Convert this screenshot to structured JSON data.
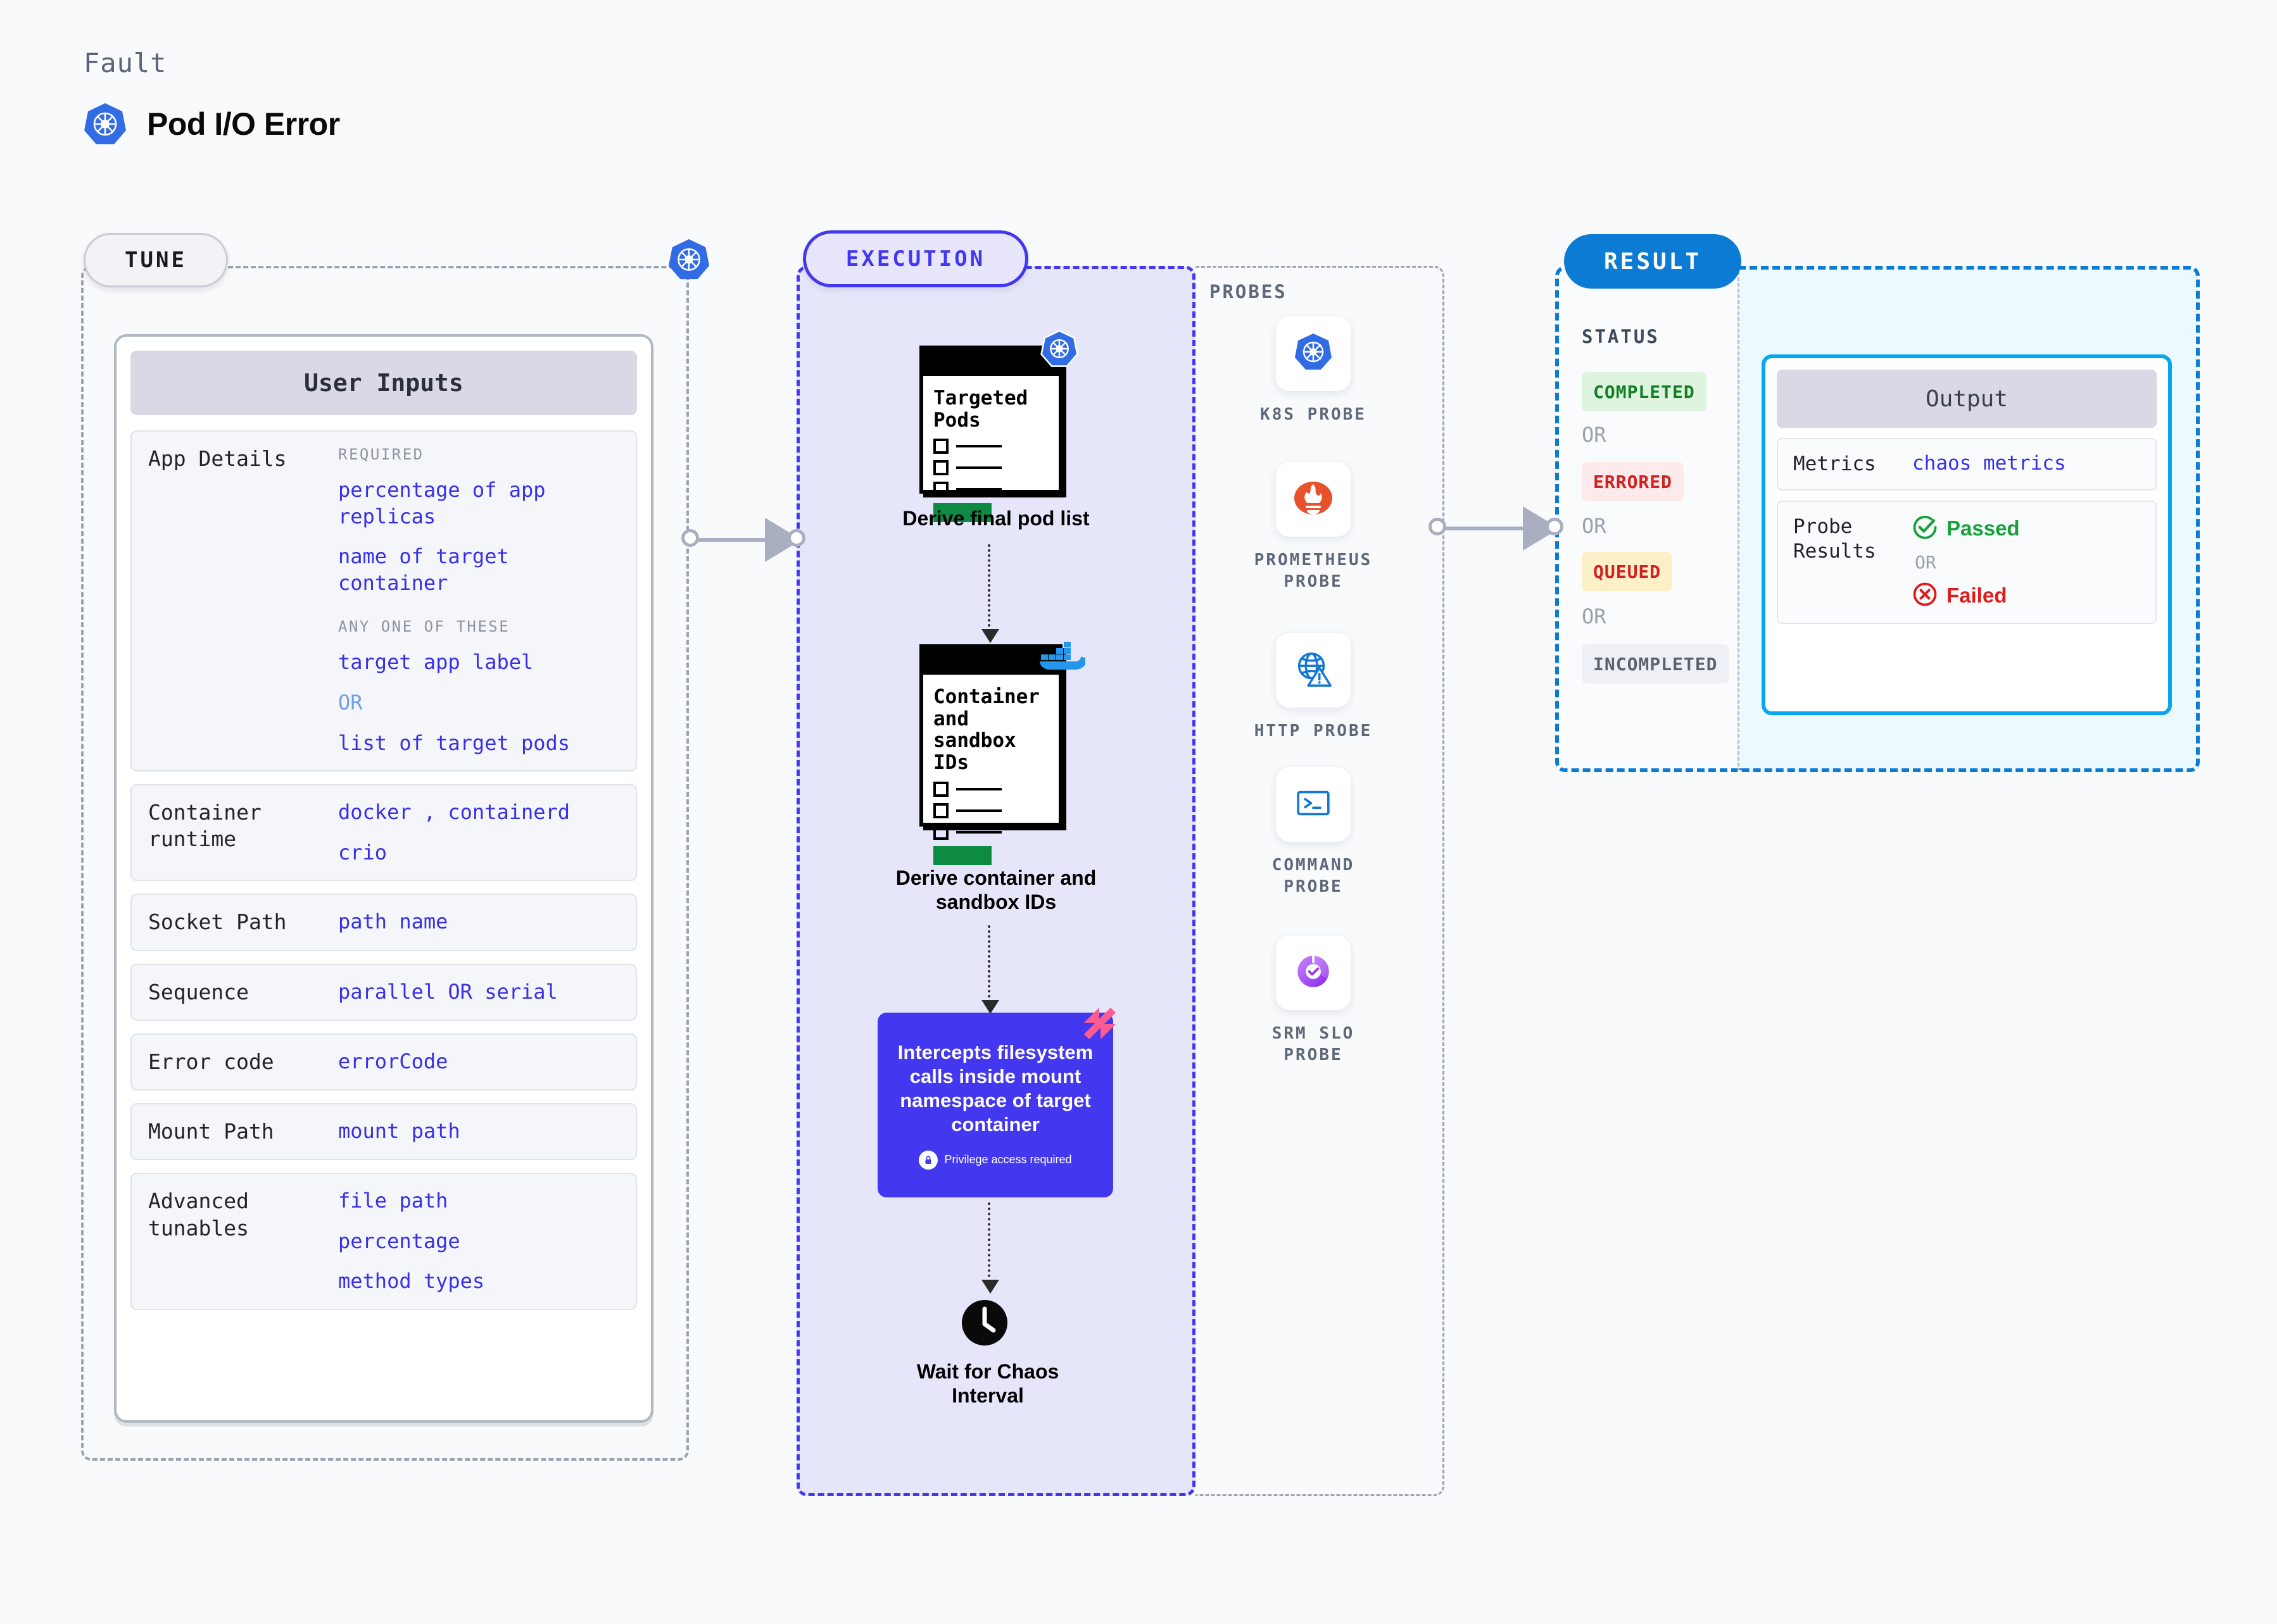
{
  "header": {
    "kicker": "Fault",
    "title": "Pod I/O Error",
    "icon": "kubernetes-icon"
  },
  "tune": {
    "pill": "TUNE",
    "card_title": "User Inputs",
    "border_icon": "kubernetes-icon",
    "rows": [
      {
        "label": "App Details",
        "section_required": "REQUIRED",
        "required_values": [
          "percentage of app replicas",
          "name of target container"
        ],
        "section_any": "ANY ONE OF THESE",
        "any_values": [
          "target app label",
          "OR",
          "list of target pods"
        ]
      },
      {
        "label": "Container runtime",
        "values": [
          "docker , containerd",
          "crio"
        ],
        "separator": ","
      },
      {
        "label": "Socket Path",
        "values": [
          "path name"
        ]
      },
      {
        "label": "Sequence",
        "values": [
          "parallel OR serial"
        ],
        "or_word": "OR"
      },
      {
        "label": "Error code",
        "values": [
          "errorCode"
        ]
      },
      {
        "label": "Mount Path",
        "values": [
          "mount path"
        ]
      },
      {
        "label": "Advanced tunables",
        "values": [
          "file path",
          "percentage",
          "method types"
        ]
      }
    ]
  },
  "execution": {
    "pill": "EXECUTION",
    "steps": [
      {
        "doc_title": "Targeted Pods",
        "doc_badge": "kubernetes-icon",
        "caption": "Derive final pod list"
      },
      {
        "doc_title": "Container and sandbox IDs",
        "doc_badge": "docker-icon",
        "caption": "Derive container and sandbox IDs"
      }
    ],
    "chaos_block": {
      "text": "Intercepts filesystem calls inside mount namespace of target container",
      "privilege_note": "Privilege access required",
      "privilege_icon": "lock-icon",
      "corner_icon": "litmus-icon",
      "color": "#4338ef"
    },
    "wait_step": {
      "icon": "clock-icon",
      "caption": "Wait for Chaos Interval"
    }
  },
  "probes": {
    "label": "PROBES",
    "items": [
      {
        "name": "K8S PROBE",
        "icon": "kubernetes-icon"
      },
      {
        "name": "PROMETHEUS PROBE",
        "icon": "prometheus-icon"
      },
      {
        "name": "HTTP PROBE",
        "icon": "http-globe-warning-icon"
      },
      {
        "name": "COMMAND PROBE",
        "icon": "terminal-icon"
      },
      {
        "name": "SRM SLO PROBE",
        "icon": "srm-slo-icon"
      }
    ]
  },
  "result": {
    "pill": "RESULT",
    "status_label": "STATUS",
    "or_word": "OR",
    "statuses": [
      {
        "text": "COMPLETED",
        "bg": "#def3e0",
        "fg": "#128022"
      },
      {
        "text": "ERRORED",
        "bg": "#fdeaea",
        "fg": "#cf2222"
      },
      {
        "text": "QUEUED",
        "bg": "#fdefc6",
        "fg": "#cf2222"
      },
      {
        "text": "INCOMPLETED",
        "bg": "#eef0f5",
        "fg": "#5b6372"
      }
    ],
    "output": {
      "title": "Output",
      "metrics_label": "Metrics",
      "metrics_value": "chaos metrics",
      "probe_results_label": "Probe Results",
      "passed": "Passed",
      "failed": "Failed",
      "or_word": "OR",
      "passed_color": "#14a03a",
      "failed_color": "#e01b1b"
    }
  }
}
